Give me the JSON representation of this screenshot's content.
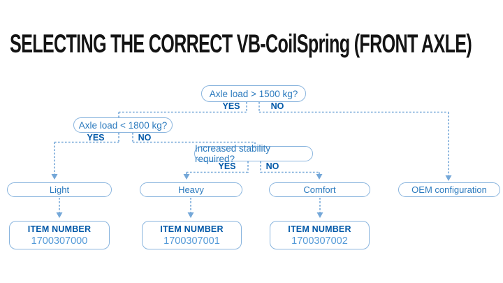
{
  "title": "SELECTING THE CORRECT VB-CoilSpring (FRONT AXLE)",
  "flow": {
    "d1": {
      "question": "Axle load > 1500 kg?",
      "yes": "YES",
      "no": "NO"
    },
    "d2": {
      "question": "Axle load < 1800 kg?",
      "yes": "YES",
      "no": "NO"
    },
    "d3": {
      "question": "Increased stability required?",
      "yes": "YES",
      "no": "NO"
    },
    "results": {
      "light": "Light",
      "heavy": "Heavy",
      "comfort": "Comfort",
      "oem": "OEM configuration"
    },
    "items": {
      "heading": "ITEM NUMBER",
      "light": "1700307000",
      "heavy": "1700307001",
      "comfort": "1700307002"
    }
  },
  "colors": {
    "blue-dark": "#0058a8",
    "blue-mid": "#2b7abe",
    "blue-value": "#549ad8",
    "blue-border": "#8ab5de",
    "blue-line": "#74a7d8",
    "title-color": "#141414"
  }
}
